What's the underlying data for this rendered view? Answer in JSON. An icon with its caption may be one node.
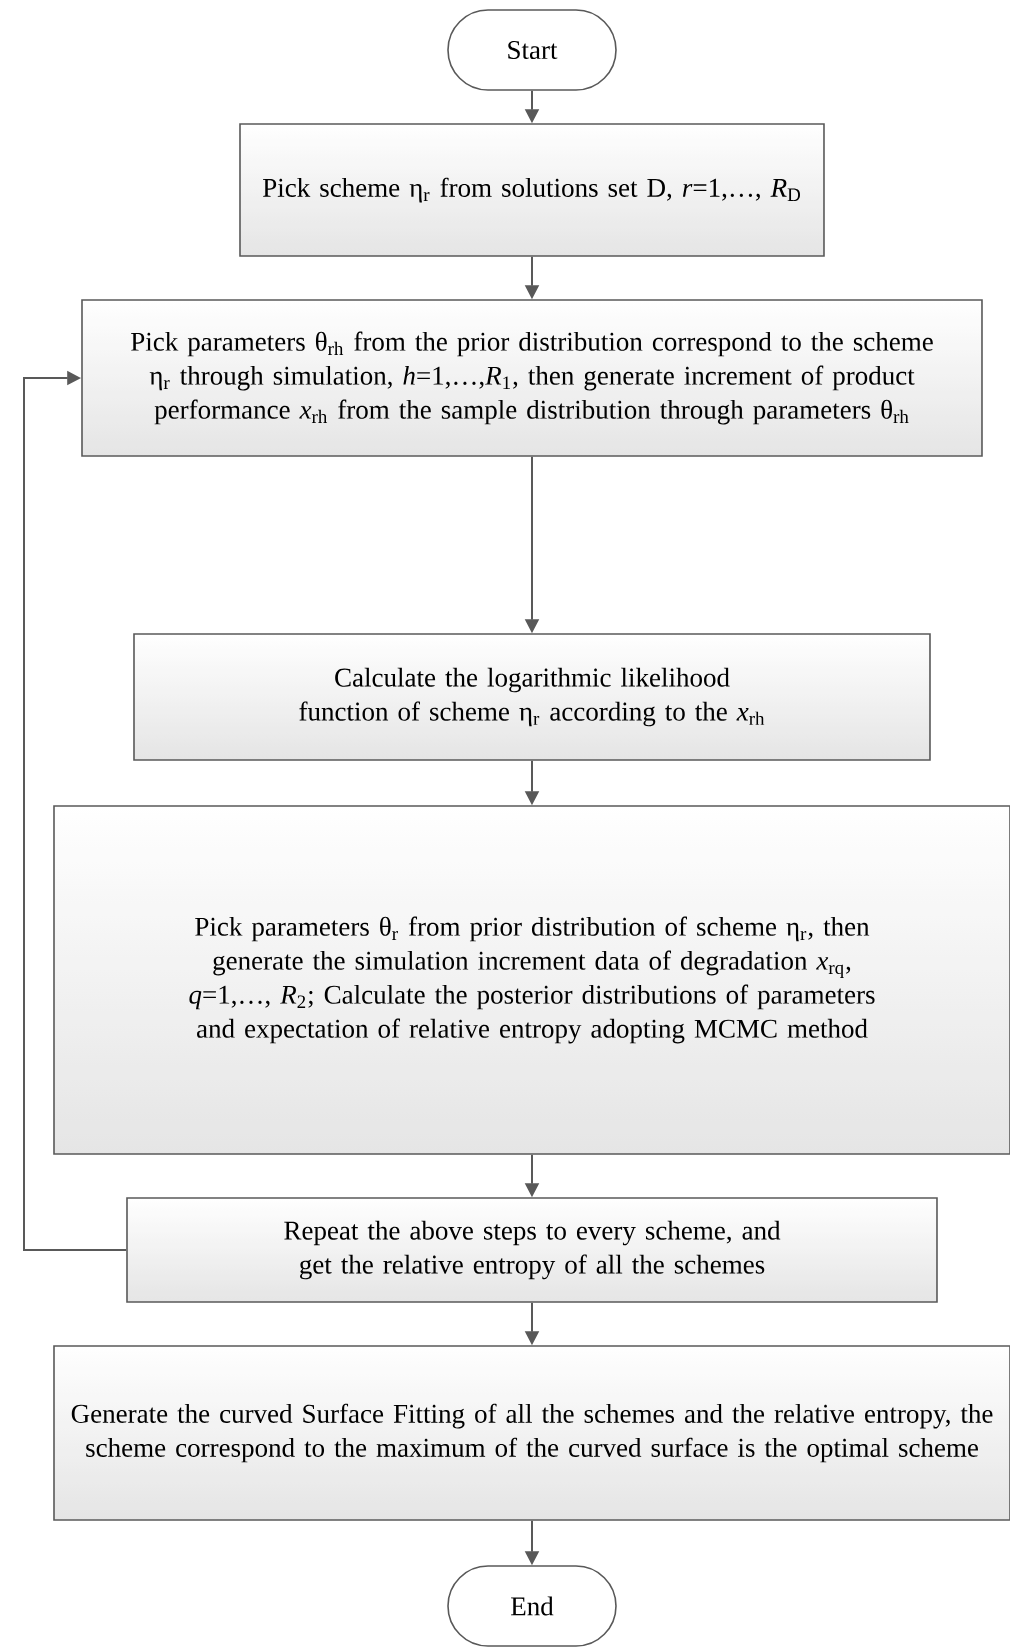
{
  "diagram": {
    "nodes": [
      {
        "text": [
          "Start"
        ]
      },
      {
        "text": [
          "Pick scheme η$_{r}$ from solutions set D, *r*=1,…, *R*$_{D}$"
        ]
      },
      {
        "text": [
          "Pick parameters θ$_{rh}$ from the prior distribution correspond to the scheme η$_{r}$ through simulation, *h*=1,…,*R*$_{1}$, then generate increment of product performance *x*$_{rh}$ from the sample distribution through parameters θ$_{rh}$"
        ]
      },
      {
        "text": [
          "Calculate the logarithmic likelihood function of scheme η$_{r}$ according to the *x*$_{rh}$"
        ]
      },
      {
        "text": [
          "Pick parameters θ$_{r}$ from prior distribution of scheme η$_{r}$, then generate the simulation increment data of degradation *x*$_{rq}$, *q*=1,…, *R*$_{2}$; Calculate the posterior distributions of parameters and expectation of relative entropy adopting MCMC method"
        ]
      },
      {
        "text": [
          "Repeat the above steps to every scheme, and get the relative entropy of all the schemes"
        ]
      },
      {
        "text": [
          "Generate the curved Surface Fitting of all the schemes and the relative entropy, the scheme correspond to the maximum of the curved surface is the optimal scheme"
        ]
      },
      {
        "text": [
          "End"
        ]
      }
    ],
    "edges": [
      {
        "from": 0,
        "to": 1,
        "arrow": "to"
      },
      {
        "from": 1,
        "to": 2,
        "arrow": "to"
      },
      {
        "from": 2,
        "to": 3,
        "arrow": "to"
      },
      {
        "from": 3,
        "to": 4,
        "arrow": "to"
      },
      {
        "from": 4,
        "to": 5,
        "arrow": "to"
      },
      {
        "from": 5,
        "to": 6,
        "arrow": "to"
      },
      {
        "from": 6,
        "to": 7,
        "arrow": "to"
      },
      {
        "from": 5,
        "to": 2,
        "arrow": "to"
      }
    ]
  }
}
